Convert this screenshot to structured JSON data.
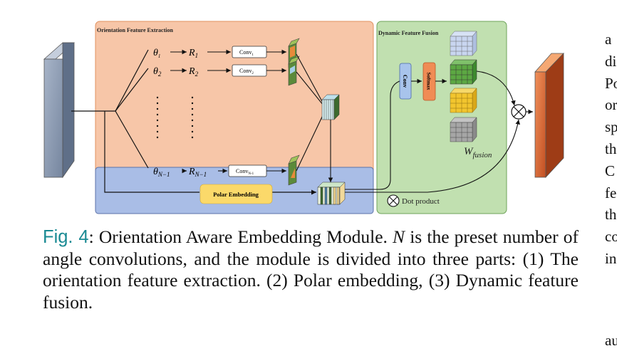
{
  "figure": {
    "sections": {
      "orientation": "Orientation Feature Extraction",
      "dynamic": "Dynamic Feature Fusion"
    },
    "rows": [
      {
        "theta": "θ",
        "theta_sub": "1",
        "r": "R",
        "r_sub": "1",
        "conv": "Conv",
        "conv_sub": "1"
      },
      {
        "theta": "θ",
        "theta_sub": "2",
        "r": "R",
        "r_sub": "2",
        "conv": "Conv",
        "conv_sub": "2"
      },
      {
        "theta": "θ",
        "theta_sub": "N−1",
        "r": "R",
        "r_sub": "N−1",
        "conv": "Conv",
        "conv_sub": "N-1"
      }
    ],
    "conv_block": "Conv",
    "softmax_block": "Softmax",
    "polar_embedding": "Polar Embedding",
    "w_fusion": "W",
    "w_fusion_sub": "fusion",
    "legend": "Dot product",
    "colors": {
      "orient_bg": "#f7c6a8",
      "polar_bg": "#a9bde6",
      "dynamic_bg": "#c1e0b0",
      "polar_block": "#fbd96a",
      "softmax_block": "#f08c55",
      "conv_block": "#a8c4ec",
      "output_tensor": "#d8663a",
      "input_tensor": "#8d9db6"
    }
  },
  "caption": {
    "label": "Fig. 4",
    "sep": ": ",
    "text1": "Orientation Aware Embedding Module. ",
    "math_n": "N",
    "text2": " is the preset number of angle convolutions, and the module is divided into three parts: (1) The orientation feature extraction. (2) Polar embedding, (3) Dynamic feature fusion."
  },
  "right_column": [
    "a",
    "di",
    "Po",
    "or",
    "sp",
    "th",
    "C",
    "fe",
    "th",
    "co",
    "in"
  ],
  "bottom_fragment": "au"
}
